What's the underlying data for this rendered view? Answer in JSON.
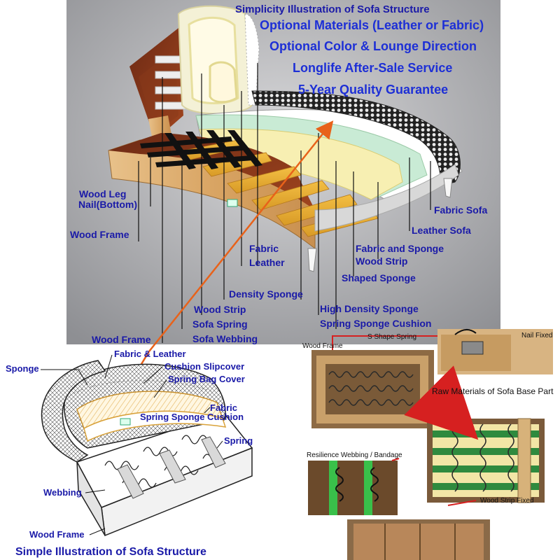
{
  "top_title": "Simplicity Illustration of Sofa Structure",
  "highlights": [
    "Optional Materials (Leather or Fabric)",
    "Optional Color & Lounge Direction",
    "Longlife After-Sale Service",
    "5-Year Quality Guarantee"
  ],
  "top_labels": {
    "wood_leg_nail": "Wood Leg",
    "wood_leg_nail_2": "Nail(Bottom)",
    "wood_frame": "Wood Frame",
    "fabric": "Fabric",
    "leather": "Leather",
    "density_sponge": "Density Sponge",
    "wood_strip": "Wood Strip",
    "sofa_spring": "Sofa Spring",
    "sofa_webbing": "Sofa Webbing",
    "fabric_sofa": "Fabric Sofa",
    "leather_sofa": "Leather Sofa",
    "fabric_and_sponge": "Fabric and Sponge",
    "wood_strip_2": "Wood Strip",
    "shaped_sponge": "Shaped Sponge",
    "high_density_sponge": "High Density Sponge",
    "spring_sponge_cushion": "Spring Sponge Cushion",
    "wood_frame_2": "Wood Frame"
  },
  "bottom_left": {
    "title": "Simple Illustration of Sofa Structure",
    "labels": {
      "sponge": "Sponge",
      "fabric_leather": "Fabric & Leather",
      "cushion_slipcover": "Cushion Slipcover",
      "spring_bag_cover": "Spring Bag Cover",
      "fabric": "Fabric",
      "spring_sponge_cushion": "Spring Sponge Cushion",
      "spring": "Spring",
      "webbing": "Webbing",
      "wood_frame": "Wood Frame"
    }
  },
  "bottom_right": {
    "wood_frame": "Wood Frame",
    "s_shape_spring": "S Shape Spring",
    "nail_fixed": "Nail Fixed",
    "raw_materials": "Raw Materials of Sofa Base Part",
    "resilience_webbing": "Resilience Webbing / Bandage",
    "wood_strip_fixed": "Wood Strip Fixed"
  },
  "colors": {
    "label_blue": "#1a1aa8",
    "highlight_blue": "#1d2fd6",
    "leader_orange": "#e8621a",
    "frame_red": "#d62020",
    "wood": "#c8955a",
    "webbing_green": "#2f8a3e"
  }
}
